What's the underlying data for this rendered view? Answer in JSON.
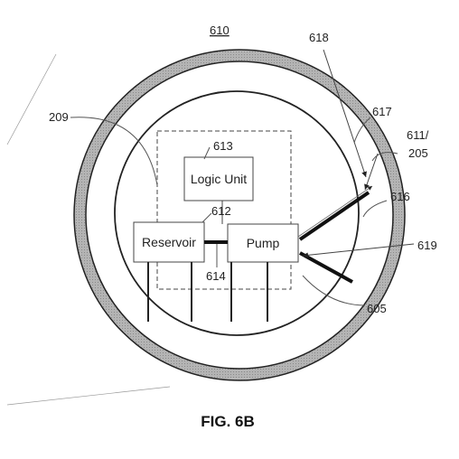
{
  "figure": {
    "title_ref": "610",
    "caption": "FIG. 6B"
  },
  "components": {
    "logic_unit": "Logic Unit",
    "reservoir": "Reservoir",
    "pump": "Pump"
  },
  "refs": {
    "r209": "209",
    "r613": "613",
    "r612": "612",
    "r614": "614",
    "r618": "618",
    "r617": "617",
    "r611_line1": "611/",
    "r611_line2": "205",
    "r616": "616",
    "r619": "619",
    "r605": "605"
  },
  "colors": {
    "ring_fill": "#aaaaaa",
    "stroke": "#222222"
  }
}
